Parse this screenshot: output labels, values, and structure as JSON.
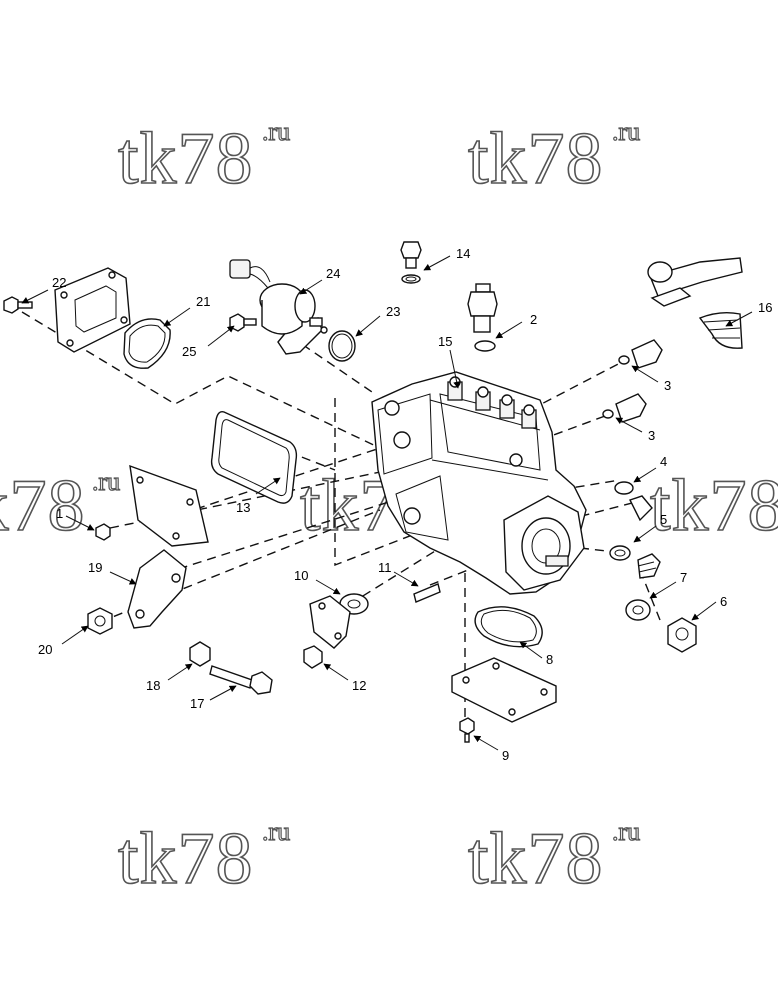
{
  "watermark": {
    "main": "tk78",
    "suffix": ".ru"
  },
  "callouts": {
    "c1": "1",
    "c2": "2",
    "c3a": "3",
    "c3b": "3",
    "c4": "4",
    "c5": "5",
    "c6": "6",
    "c7": "7",
    "c8": "8",
    "c9": "9",
    "c10": "10",
    "c11": "11",
    "c12": "12",
    "c13": "13",
    "c14": "14",
    "c15": "15",
    "c16": "16",
    "c17": "17",
    "c18": "18",
    "c19": "19",
    "c20": "20",
    "c21": "21",
    "c22": "22",
    "c23": "23",
    "c24": "24",
    "c25": "25"
  }
}
